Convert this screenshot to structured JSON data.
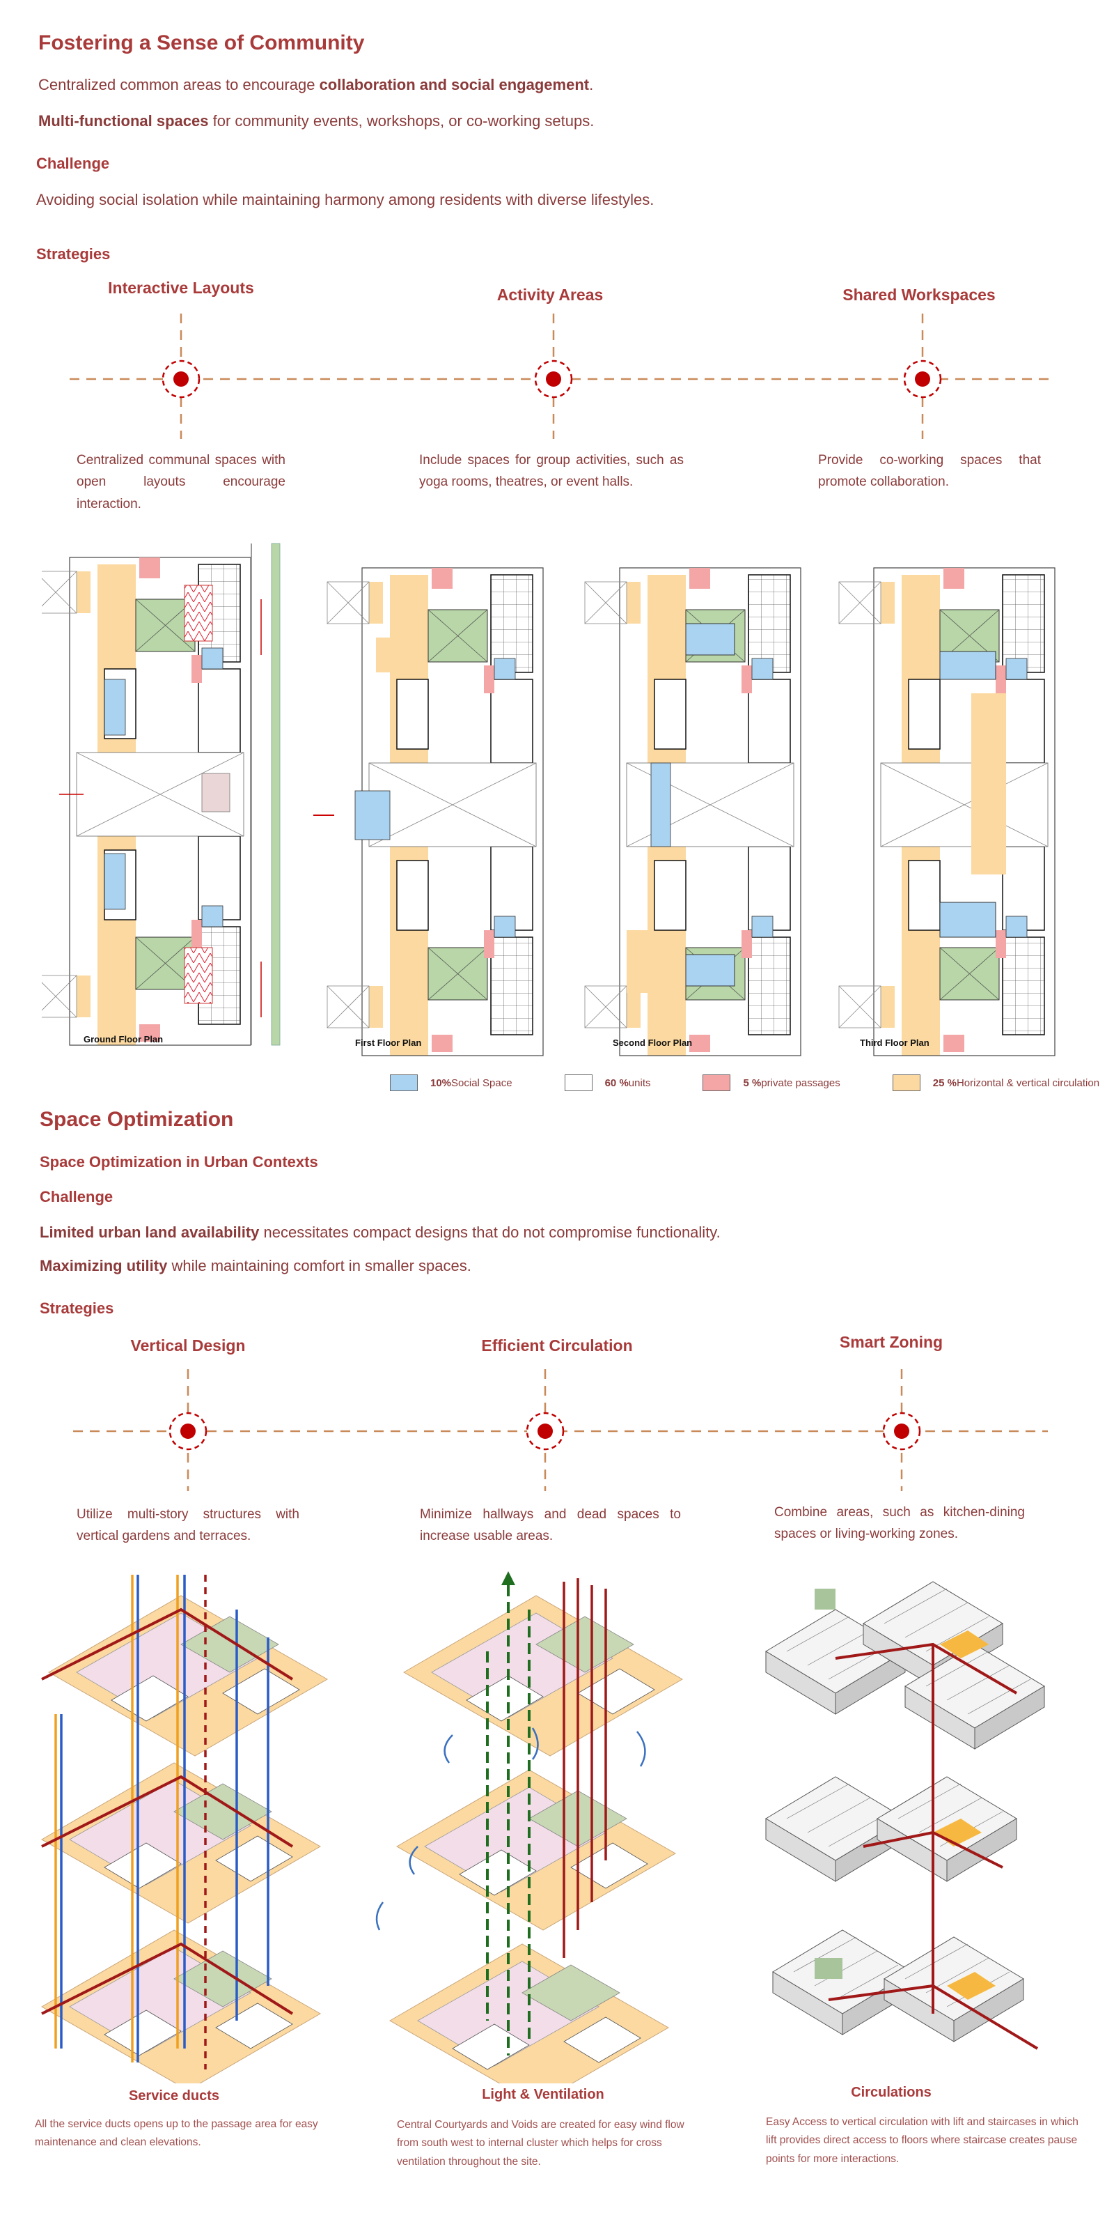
{
  "section1": {
    "title": "Fostering a Sense of Community",
    "p1_pre": "Centralized common areas to encourage ",
    "p1_bold": "collaboration and social engagement",
    "p1_post": ".",
    "p2_bold": "Multi-functional spaces",
    "p2_post": " for community events, workshops, or co-working setups.",
    "challenge_heading": "Challenge",
    "challenge_text": "Avoiding social isolation while maintaining harmony among residents with diverse lifestyles.",
    "strategies_heading": "Strategies",
    "strategies": [
      {
        "title": "Interactive Layouts",
        "desc": "Centralized communal spaces with open layouts encourage interaction."
      },
      {
        "title": "Activity Areas",
        "desc": "Include spaces for group activities, such as yoga rooms, theatres, or event halls."
      },
      {
        "title": "Shared Workspaces",
        "desc": "Provide co-working spaces that promote collaboration."
      }
    ],
    "plans": [
      "Ground Floor Plan",
      "First Floor Plan",
      "Second Floor Plan",
      "Third Floor Plan"
    ],
    "legend": [
      {
        "pct": "10%",
        "label": " Social Space",
        "color": "#a9d3f0"
      },
      {
        "pct": "60 %",
        "label": " units",
        "color": "#ffffff"
      },
      {
        "pct": "5 %",
        "label": " private passages",
        "color": "#f4a6a6"
      },
      {
        "pct": "25 %",
        "label": " Horizontal & vertical circulation",
        "color": "#fbd9a0"
      }
    ]
  },
  "section2": {
    "title": "Space Optimization",
    "subtitle": "Space Optimization in Urban Contexts",
    "challenge_heading": "Challenge",
    "p1_bold": "Limited urban land availability",
    "p1_post": " necessitates compact designs that do not compromise functionality.",
    "p2_bold": "Maximizing utility",
    "p2_post": " while maintaining comfort in smaller spaces.",
    "strategies_heading": "Strategies",
    "strategies": [
      {
        "title": "Vertical Design",
        "desc": "Utilize multi-story structures with vertical gardens and terraces."
      },
      {
        "title": "Efficient Circulation",
        "desc": "Minimize hallways and dead spaces to increase usable areas."
      },
      {
        "title": "Smart Zoning",
        "desc": "Combine areas, such as kitchen-dining spaces or living-working zones."
      }
    ],
    "captions": [
      {
        "title": "Service ducts",
        "text": "All the service ducts opens up to the passage area for easy maintenance and clean elevations."
      },
      {
        "title": "Light & Ventilation",
        "text": "Central Courtyards and Voids are created for easy wind flow from south west to internal cluster which helps for cross ventilation throughout the site."
      },
      {
        "title": "Circulations",
        "text": "Easy Access to vertical circulation with lift and staircases in which lift provides direct access to floors where staircase creates pause points for more interactions."
      }
    ]
  },
  "colors": {
    "accent": "#a93a3a",
    "dashed_line": "#c98a5a",
    "marker": "#c00000"
  }
}
